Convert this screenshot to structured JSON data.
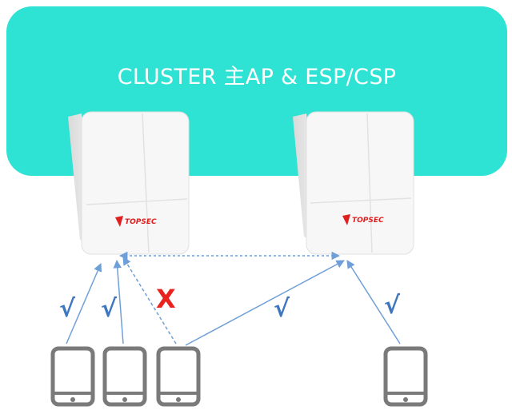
{
  "cluster": {
    "title": "CLUSTER 主AP & ESP/CSP",
    "color": "#2ee3d4"
  },
  "access_points": [
    {
      "brand": "TOPSEC"
    },
    {
      "brand": "TOPSEC"
    }
  ],
  "connection_marks": {
    "check": "√",
    "cross": "X"
  },
  "colors": {
    "link": "#6f9fd8",
    "check": "#3f76bd",
    "cross": "#e8231f",
    "phone": "#7a7a7a",
    "ap_body": "#f7f7f7",
    "brand_red": "#e02020"
  },
  "icons": [
    "access-point-icon",
    "smartphone-icon"
  ]
}
